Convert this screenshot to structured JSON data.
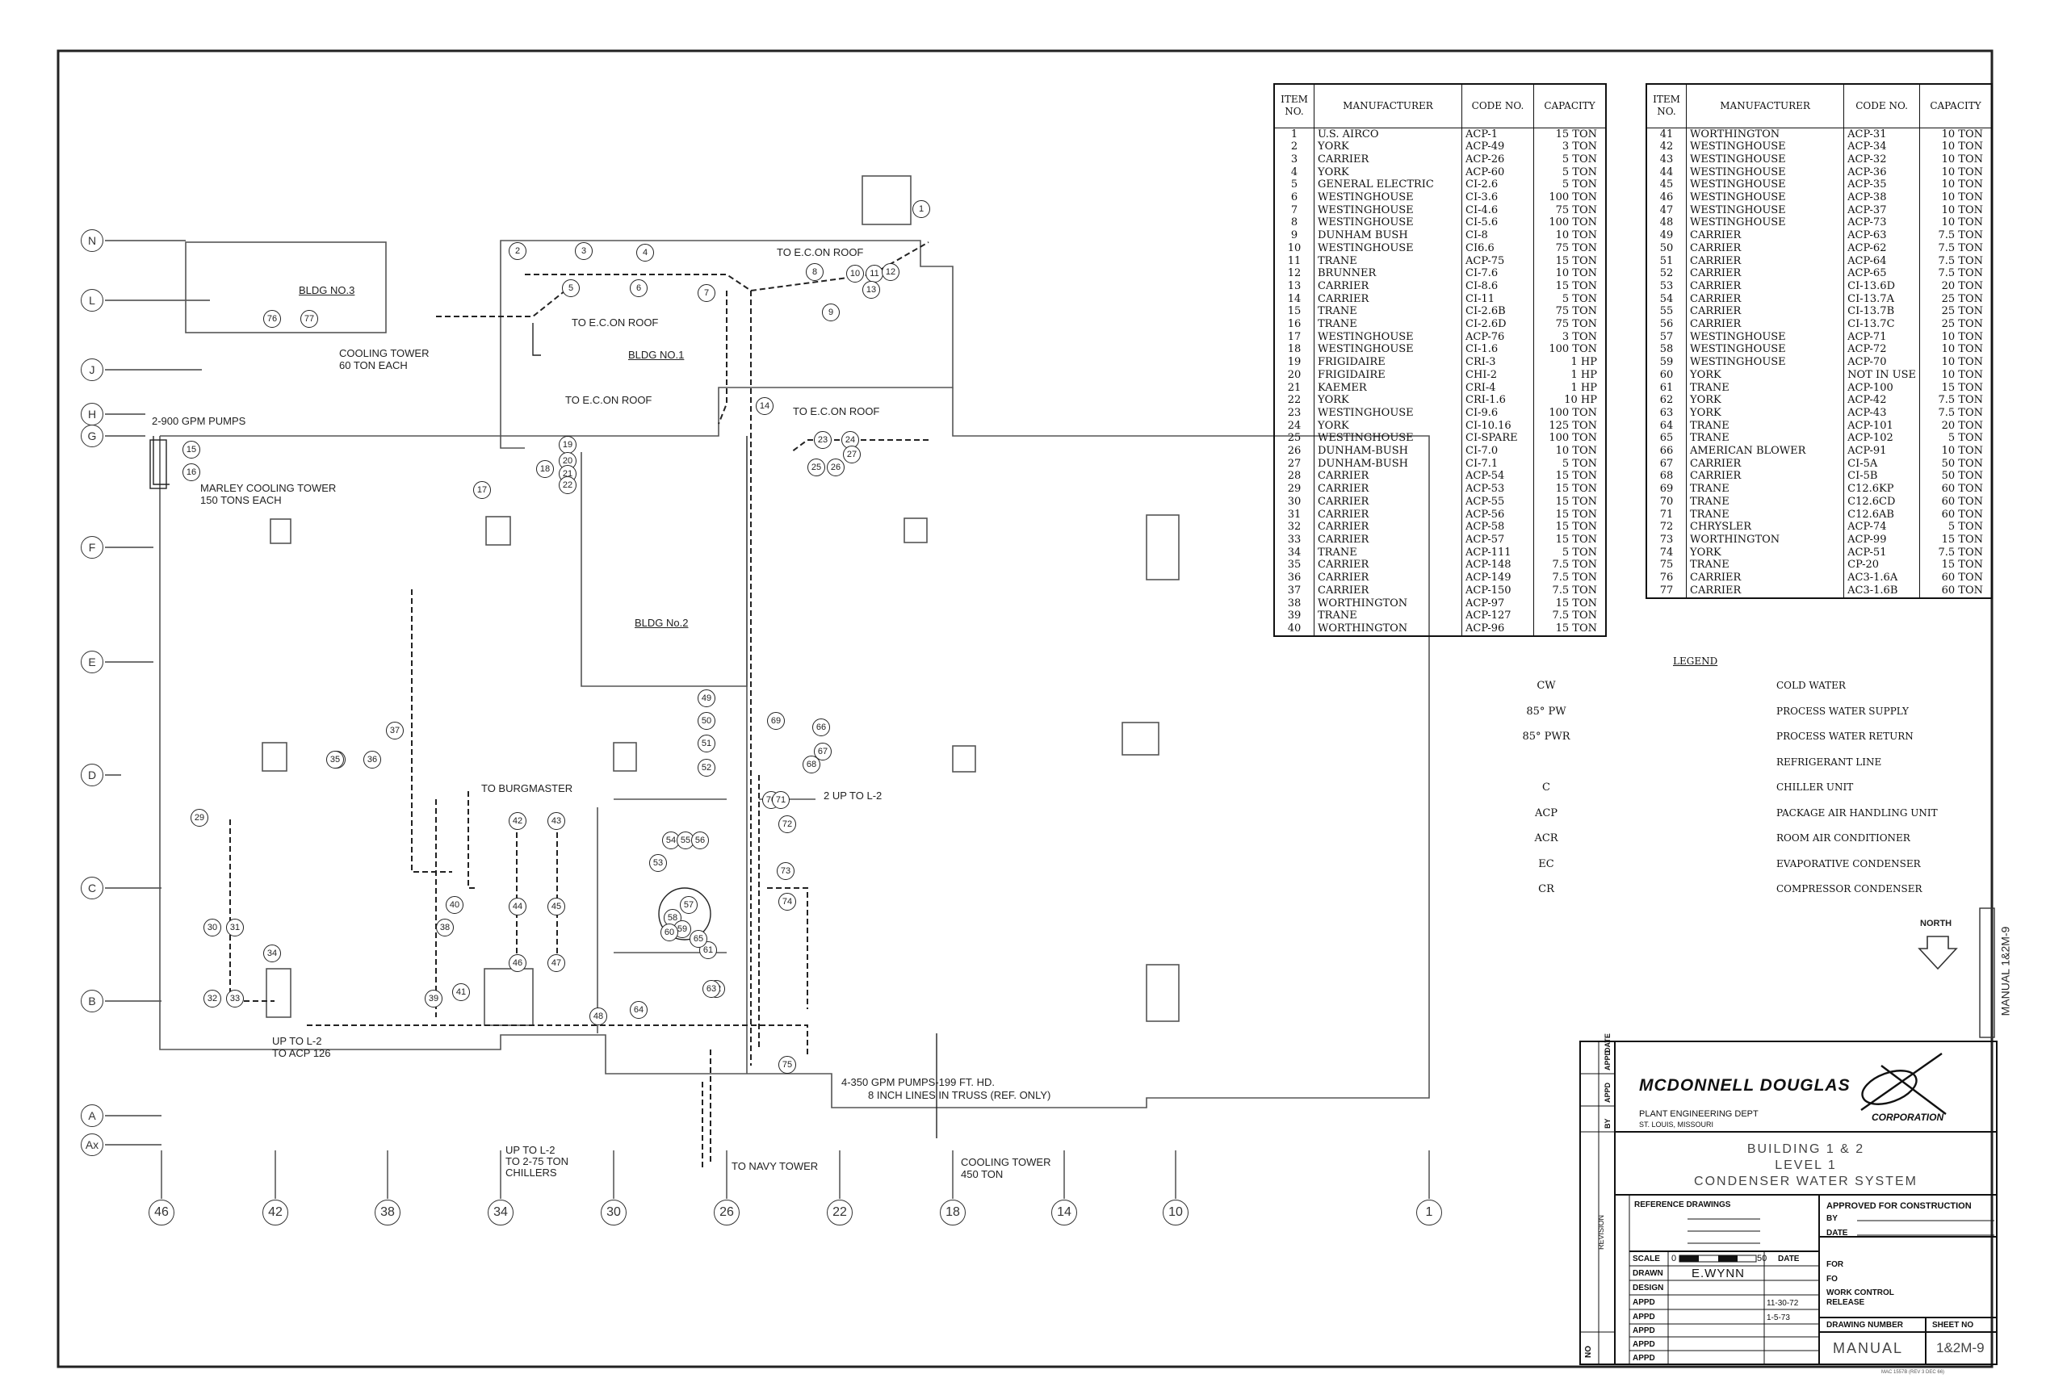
{
  "equipment_table_1": {
    "headers": {
      "item": "ITEM NO.",
      "manufacturer": "MANUFACTURER",
      "code": "CODE NO.",
      "capacity": "CAPACITY"
    },
    "rows": [
      [
        "1",
        "U.S. AIRCO",
        "ACP-1",
        "15 TON"
      ],
      [
        "2",
        "YORK",
        "ACP-49",
        "3 TON"
      ],
      [
        "3",
        "CARRIER",
        "ACP-26",
        "5 TON"
      ],
      [
        "4",
        "YORK",
        "ACP-60",
        "5 TON"
      ],
      [
        "5",
        "GENERAL ELECTRIC",
        "CI-2.6",
        "5 TON"
      ],
      [
        "6",
        "WESTINGHOUSE",
        "CI-3.6",
        "100 TON"
      ],
      [
        "7",
        "WESTINGHOUSE",
        "CI-4.6",
        "75 TON"
      ],
      [
        "8",
        "WESTINGHOUSE",
        "CI-5.6",
        "100 TON"
      ],
      [
        "9",
        "DUNHAM BUSH",
        "CI-8",
        "10 TON"
      ],
      [
        "10",
        "WESTINGHOUSE",
        "CI6.6",
        "75 TON"
      ],
      [
        "11",
        "TRANE",
        "ACP-75",
        "15 TON"
      ],
      [
        "12",
        "BRUNNER",
        "CI-7.6",
        "10 TON"
      ],
      [
        "13",
        "CARRIER",
        "CI-8.6",
        "15 TON"
      ],
      [
        "14",
        "CARRIER",
        "CI-11",
        "5 TON"
      ],
      [
        "15",
        "TRANE",
        "CI-2.6B",
        "75 TON"
      ],
      [
        "16",
        "TRANE",
        "CI-2.6D",
        "75 TON"
      ],
      [
        "17",
        "WESTINGHOUSE",
        "ACP-76",
        "3 TON"
      ],
      [
        "18",
        "WESTINGHOUSE",
        "CI-1.6",
        "100 TON"
      ],
      [
        "19",
        "FRIGIDAIRE",
        "CRI-3",
        "1 HP"
      ],
      [
        "20",
        "FRIGIDAIRE",
        "CHI-2",
        "1 HP"
      ],
      [
        "21",
        "KAEMER",
        "CRI-4",
        "1 HP"
      ],
      [
        "22",
        "YORK",
        "CRI-1.6",
        "10 HP"
      ],
      [
        "23",
        "WESTINGHOUSE",
        "CI-9.6",
        "100 TON"
      ],
      [
        "24",
        "YORK",
        "CI-10.16",
        "125 TON"
      ],
      [
        "25",
        "WESTINGHOUSE",
        "CI-SPARE",
        "100 TON"
      ],
      [
        "26",
        "DUNHAM-BUSH",
        "CI-7.0",
        "10 TON"
      ],
      [
        "27",
        "DUNHAM-BUSH",
        "CI-7.1",
        "5 TON"
      ],
      [
        "28",
        "CARRIER",
        "ACP-54",
        "15 TON"
      ],
      [
        "29",
        "CARRIER",
        "ACP-53",
        "15 TON"
      ],
      [
        "30",
        "CARRIER",
        "ACP-55",
        "15 TON"
      ],
      [
        "31",
        "CARRIER",
        "ACP-56",
        "15 TON"
      ],
      [
        "32",
        "CARRIER",
        "ACP-58",
        "15 TON"
      ],
      [
        "33",
        "CARRIER",
        "ACP-57",
        "15 TON"
      ],
      [
        "34",
        "TRANE",
        "ACP-111",
        "5 TON"
      ],
      [
        "35",
        "CARRIER",
        "ACP-148",
        "7.5 TON"
      ],
      [
        "36",
        "CARRIER",
        "ACP-149",
        "7.5 TON"
      ],
      [
        "37",
        "CARRIER",
        "ACP-150",
        "7.5 TON"
      ],
      [
        "38",
        "WORTHINGTON",
        "ACP-97",
        "15 TON"
      ],
      [
        "39",
        "TRANE",
        "ACP-127",
        "7.5 TON"
      ],
      [
        "40",
        "WORTHINGTON",
        "ACP-96",
        "15 TON"
      ]
    ]
  },
  "equipment_table_2": {
    "headers": {
      "item": "ITEM NO.",
      "manufacturer": "MANUFACTURER",
      "code": "CODE NO.",
      "capacity": "CAPACITY"
    },
    "rows": [
      [
        "41",
        "WORTHINGTON",
        "ACP-31",
        "10 TON"
      ],
      [
        "42",
        "WESTINGHOUSE",
        "ACP-34",
        "10 TON"
      ],
      [
        "43",
        "WESTINGHOUSE",
        "ACP-32",
        "10 TON"
      ],
      [
        "44",
        "WESTINGHOUSE",
        "ACP-36",
        "10 TON"
      ],
      [
        "45",
        "WESTINGHOUSE",
        "ACP-35",
        "10 TON"
      ],
      [
        "46",
        "WESTINGHOUSE",
        "ACP-38",
        "10 TON"
      ],
      [
        "47",
        "WESTINGHOUSE",
        "ACP-37",
        "10 TON"
      ],
      [
        "48",
        "WESTINGHOUSE",
        "ACP-73",
        "10 TON"
      ],
      [
        "49",
        "CARRIER",
        "ACP-63",
        "7.5 TON"
      ],
      [
        "50",
        "CARRIER",
        "ACP-62",
        "7.5 TON"
      ],
      [
        "51",
        "CARRIER",
        "ACP-64",
        "7.5 TON"
      ],
      [
        "52",
        "CARRIER",
        "ACP-65",
        "7.5 TON"
      ],
      [
        "53",
        "CARRIER",
        "CI-13.6D",
        "20 TON"
      ],
      [
        "54",
        "CARRIER",
        "CI-13.7A",
        "25 TON"
      ],
      [
        "55",
        "CARRIER",
        "CI-13.7B",
        "25 TON"
      ],
      [
        "56",
        "CARRIER",
        "CI-13.7C",
        "25 TON"
      ],
      [
        "57",
        "WESTINGHOUSE",
        "ACP-71",
        "10 TON"
      ],
      [
        "58",
        "WESTINGHOUSE",
        "ACP-72",
        "10 TON"
      ],
      [
        "59",
        "WESTINGHOUSE",
        "ACP-70",
        "10 TON"
      ],
      [
        "60",
        "YORK",
        "NOT IN USE",
        "10 TON"
      ],
      [
        "61",
        "TRANE",
        "ACP-100",
        "15 TON"
      ],
      [
        "62",
        "YORK",
        "ACP-42",
        "7.5 TON"
      ],
      [
        "63",
        "YORK",
        "ACP-43",
        "7.5 TON"
      ],
      [
        "64",
        "TRANE",
        "ACP-101",
        "20 TON"
      ],
      [
        "65",
        "TRANE",
        "ACP-102",
        "5 TON"
      ],
      [
        "66",
        "AMERICAN BLOWER",
        "ACP-91",
        "10 TON"
      ],
      [
        "67",
        "CARRIER",
        "CI-5A",
        "50 TON"
      ],
      [
        "68",
        "CARRIER",
        "CI-5B",
        "50 TON"
      ],
      [
        "69",
        "TRANE",
        "C12.6KP",
        "60 TON"
      ],
      [
        "70",
        "TRANE",
        "C12.6CD",
        "60 TON"
      ],
      [
        "71",
        "TRANE",
        "C12.6AB",
        "60 TON"
      ],
      [
        "72",
        "CHRYSLER",
        "ACP-74",
        "5 TON"
      ],
      [
        "73",
        "WORTHINGTON",
        "ACP-99",
        "15 TON"
      ],
      [
        "74",
        "YORK",
        "ACP-51",
        "7.5 TON"
      ],
      [
        "75",
        "TRANE",
        "CP-20",
        "15 TON"
      ],
      [
        "76",
        "CARRIER",
        "AC3-1.6A",
        "60 TON"
      ],
      [
        "77",
        "CARRIER",
        "AC3-1.6B",
        "60 TON"
      ]
    ]
  },
  "legend": {
    "title": "LEGEND",
    "items": [
      {
        "symbol": "CW",
        "meaning": "COLD WATER"
      },
      {
        "symbol": "85° PW",
        "meaning": "PROCESS WATER SUPPLY"
      },
      {
        "symbol": "85° PWR",
        "meaning": "PROCESS WATER RETURN"
      },
      {
        "symbol": "",
        "meaning": "REFRIGERANT LINE"
      },
      {
        "symbol": "C",
        "meaning": "CHILLER UNIT"
      },
      {
        "symbol": "ACP",
        "meaning": "PACKAGE AIR HANDLING UNIT"
      },
      {
        "symbol": "ACR",
        "meaning": "ROOM AIR CONDITIONER"
      },
      {
        "symbol": "EC",
        "meaning": "EVAPORATIVE CONDENSER"
      },
      {
        "symbol": "CR",
        "meaning": "COMPRESSOR CONDENSER"
      }
    ]
  },
  "north_label": "NORTH",
  "side_tab": "MANUAL 1&2M-9",
  "grid_rows": [
    "N",
    "L",
    "J",
    "H",
    "G",
    "F",
    "E",
    "D",
    "C",
    "B",
    "A",
    "Ax"
  ],
  "grid_cols": [
    "46",
    "42",
    "38",
    "34",
    "30",
    "26",
    "22",
    "18",
    "14",
    "10",
    "1"
  ],
  "plan_labels": {
    "bldg3": "BLDG NO.3",
    "bldg1": "BLDG NO.1",
    "bldg2": "BLDG No.2",
    "cooling_tower_60": "COOLING TOWER\n60 TON EACH",
    "pumps_900": "2-900 GPM PUMPS",
    "marley": "MARLEY COOLING TOWER\n150 TONS EACH",
    "ec_roof_1": "TO E.C.ON ROOF",
    "ec_roof_2": "TO E.C.ON ROOF",
    "ec_roof_3": "TO E.C.ON ROOF",
    "ec_roof_4": "TO E.C.ON ROOF",
    "burgmaster": "TO BURGMASTER",
    "up_l2": "2 UP TO L-2",
    "up_l2_acp": "UP TO L-2\nTO ACP 126",
    "up_l2_chillers": "UP TO L-2\nTO 2-75 TON\nCHILLERS",
    "navy_tower": "TO NAVY TOWER",
    "cooling_tower_450": "COOLING TOWER\n450 TON",
    "pumps_350": "4-350 GPM PUMPS-199 FT. HD.",
    "lines_truss": "8 INCH LINES IN TRUSS (REF. ONLY)"
  },
  "title_block": {
    "company": "MCDONNELL DOUGLAS",
    "corporation": "CORPORATION",
    "dept": "PLANT ENGINEERING DEPT",
    "location": "ST. LOUIS, MISSOURI",
    "title_1": "BUILDING 1 & 2",
    "title_2": "LEVEL 1",
    "title_3": "CONDENSER WATER SYSTEM",
    "rev_headers": [
      "BY",
      "APPD",
      "APPD",
      "DATE"
    ],
    "reference_drawings": "REFERENCE DRAWINGS",
    "revision": "REVISION",
    "approved_for_construction": "APPROVED FOR CONSTRUCTION",
    "by": "BY",
    "date": "DATE",
    "scale": "SCALE",
    "scale_start": "0",
    "scale_end": "50",
    "scale_date": "DATE",
    "drawn": "DRAWN",
    "drawn_by": "E.WYNN",
    "design": "DESIGN",
    "appd": "APPD",
    "appd_date_1": "11-30-72",
    "appd_date_2": "1-5-73",
    "for": "FOR",
    "fo": "FO",
    "work_control_release": "WORK CONTROL\nRELEASE",
    "drawing_number": "DRAWING NUMBER",
    "sheet_no": "SHEET NO",
    "drawing_number_value": "MANUAL",
    "sheet_no_value": "1&2M-9",
    "no": "NO",
    "form_no": "MAC 1557B (REV 3 DEC 66)"
  }
}
